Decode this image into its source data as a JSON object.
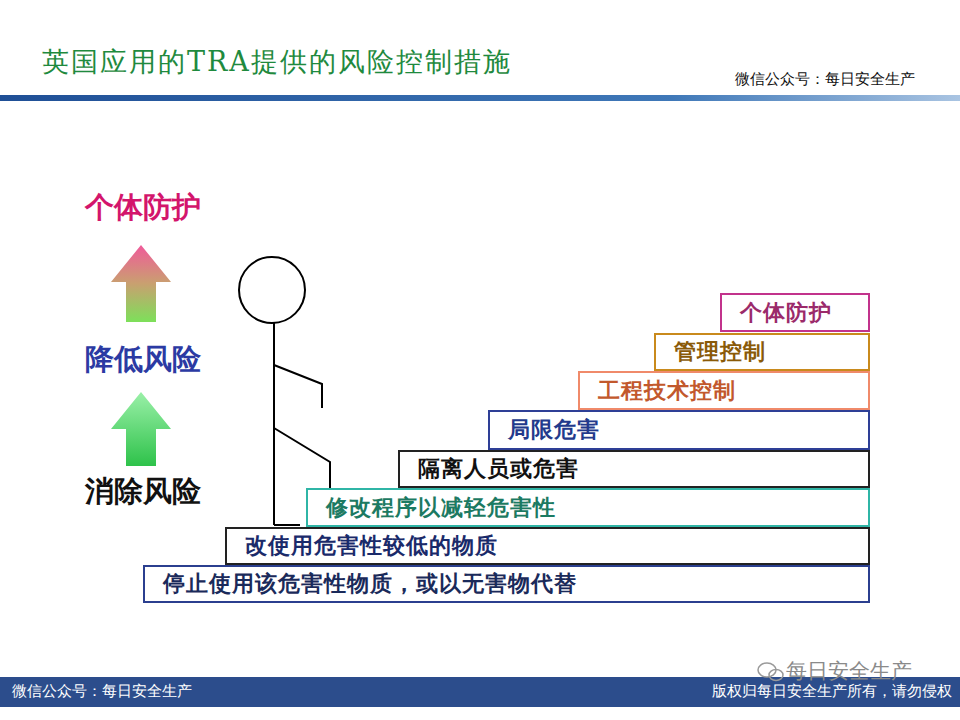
{
  "diagram": {
    "title": "英国应用的TRA提供的风险控制措施",
    "nodes": [
      {
        "text": [
          "个体防护"
        ]
      },
      {
        "text": [
          "管理控制"
        ]
      },
      {
        "text": [
          "工程技术控制"
        ]
      },
      {
        "text": [
          "局限危害"
        ]
      },
      {
        "text": [
          "隔离人员或危害"
        ]
      },
      {
        "text": [
          "修改程序以减轻危害性"
        ]
      },
      {
        "text": [
          "改使用危害性较低的物质"
        ]
      },
      {
        "text": [
          "停止使用该危害性物质，或以无害物代替"
        ]
      }
    ],
    "labels": [
      "微信公众号：每日安全生产",
      "个体防护",
      "降低风险",
      "消除风险",
      "每日安全生产",
      "微信公众号：每日安全生产",
      "版权归每日安全生产所有，请勿侵权"
    ]
  }
}
